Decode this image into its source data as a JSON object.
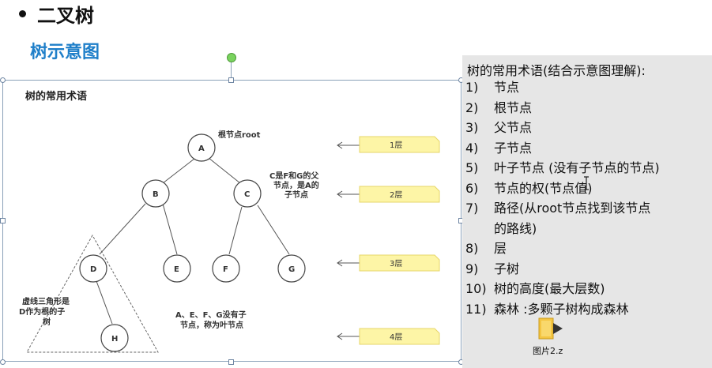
{
  "header": {
    "title": "二叉树",
    "subtitle": "树示意图"
  },
  "diagram": {
    "title": "树的常用术语",
    "nodes": [
      "A",
      "B",
      "C",
      "D",
      "E",
      "F",
      "G",
      "H"
    ],
    "root_label": "根节点root",
    "c_note": [
      "C是F和G的父",
      "节点，是A的",
      "子节点"
    ],
    "triangle_note": [
      "虚线三角形是",
      "D作为根的子",
      "树"
    ],
    "leaf_note": [
      "A、E、F、G没有子",
      "节点，称为叶节点"
    ],
    "levels": [
      "1层",
      "2层",
      "3层",
      "4层"
    ]
  },
  "terms": {
    "title": "树的常用术语(结合示意图理解):",
    "items": [
      {
        "num": "1)",
        "text": "节点"
      },
      {
        "num": "2)",
        "text": "根节点"
      },
      {
        "num": "3)",
        "text": "父节点"
      },
      {
        "num": "4)",
        "text": "子节点"
      },
      {
        "num": "5)",
        "text": "叶子节点 (没有子节点的节点)"
      },
      {
        "num": "6)",
        "text": "节点的权(节点值)"
      },
      {
        "num": "7)",
        "text": "路径(从root节点找到该节点"
      },
      {
        "num": "",
        "text": "的路线)"
      },
      {
        "num": "8)",
        "text": "层"
      },
      {
        "num": "9)",
        "text": "子树"
      },
      {
        "num": "10)",
        "text": "树的高度(最大层数)"
      },
      {
        "num": "11)",
        "text": "森林 :多颗子树构成森林"
      }
    ]
  },
  "file": {
    "label": "图片2.z",
    "icon": "folder-file-icon"
  },
  "colors": {
    "accent": "#1f7fc9",
    "panel": "#e6e6e6",
    "note": "#fdf5a6"
  }
}
